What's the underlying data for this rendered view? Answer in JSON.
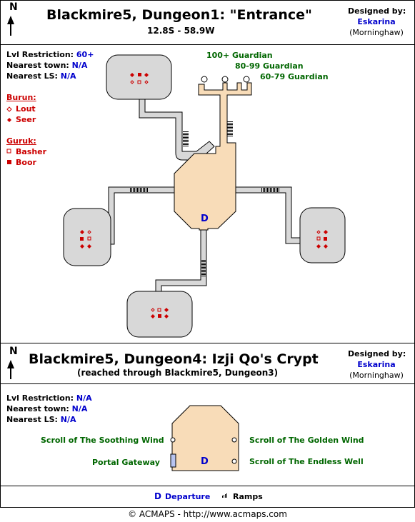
{
  "map1": {
    "title": "Blackmire5, Dungeon1: \"Entrance\"",
    "coords": "12.8S - 58.9W",
    "designed_by_label": "Designed by:",
    "designer": "Eskarina",
    "designer_alias": "(Morninghaw)",
    "compass": "N",
    "info": [
      {
        "label": "Lvl Restriction:",
        "value": "60+"
      },
      {
        "label": "Nearest town:",
        "value": "N/A"
      },
      {
        "label": "Nearest LS:",
        "value": "N/A"
      }
    ],
    "legend_groups": [
      {
        "name": "Burun:",
        "items": [
          {
            "icon": "hollow-diamond",
            "text": "Lout"
          },
          {
            "icon": "filled-diamond",
            "text": "Seer"
          }
        ]
      },
      {
        "name": "Guruk:",
        "items": [
          {
            "icon": "hollow-square",
            "text": "Basher"
          },
          {
            "icon": "filled-square",
            "text": "Boor"
          }
        ]
      }
    ],
    "guardians": [
      "100+ Guardian",
      "80-99 Guardian",
      "60-79 Guardian"
    ],
    "departure_marker": "D"
  },
  "map2": {
    "title": "Blackmire5, Dungeon4: Izji Qo's Crypt",
    "subtitle": "(reached through Blackmire5, Dungeon3)",
    "designed_by_label": "Designed by:",
    "designer": "Eskarina",
    "designer_alias": "(Morninghaw)",
    "compass": "N",
    "info": [
      {
        "label": "Lvl Restriction:",
        "value": "N/A"
      },
      {
        "label": "Nearest town:",
        "value": "N/A"
      },
      {
        "label": "Nearest LS:",
        "value": "N/A"
      }
    ],
    "points": {
      "soothing": "Scroll of The Soothing Wind",
      "golden": "Scroll of The Golden Wind",
      "portal": "Portal Gateway",
      "endless": "Scroll of The Endless Well"
    },
    "departure_marker": "D"
  },
  "legend": {
    "departure_symbol": "D",
    "departure": "Departure",
    "ramps": "Ramps"
  },
  "footer": "© ACMAPS - http://www.acmaps.com",
  "colors": {
    "floor": "#f8dcb8",
    "room": "#d8d8d8",
    "blue": "#0000cc",
    "red": "#cc0000",
    "green": "#006600"
  }
}
